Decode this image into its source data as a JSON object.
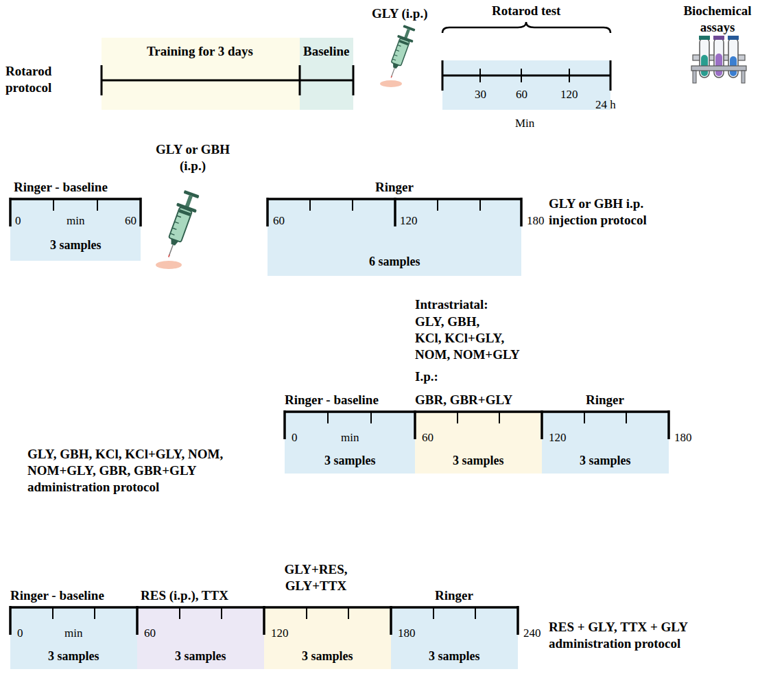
{
  "diagram": {
    "nodes": [
      {
        "text": [
          "Training for 3 days"
        ]
      },
      {
        "text": [
          "Baseline"
        ]
      },
      {
        "text": [
          "30",
          "60",
          "120"
        ]
      },
      {
        "text": [
          "Ringer - baseline",
          "0",
          "min",
          "60",
          "3 samples"
        ]
      },
      {
        "text": [
          "Ringer",
          "60",
          "120",
          "6 samples"
        ]
      },
      {
        "text": [
          "Ringer - baseline",
          "0",
          "min",
          "3 samples"
        ]
      },
      {
        "text": [
          "Intrastriatal:",
          "GLY, GBH, KCl, KCl+GLY, NOM, NOM+GLY",
          "I.p.:",
          "GBR, GBR+GLY",
          "60",
          "3 samples"
        ]
      },
      {
        "text": [
          "Ringer",
          "120",
          "3 samples"
        ]
      },
      {
        "text": [
          "Ringer - baseline",
          "0",
          "min",
          "3 samples"
        ]
      },
      {
        "text": [
          "RES (i.p.), TTX",
          "60",
          "3 samples"
        ]
      },
      {
        "text": [
          "GLY+RES, GLY+TTX",
          "120",
          "3 samples"
        ]
      },
      {
        "text": [
          "Ringer",
          "180",
          "3 samples"
        ]
      }
    ],
    "labels": [
      "Rotarod protocol",
      "GLY (i.p.)",
      "Rotarod test",
      "24 h",
      "Min",
      "Biochemical assays",
      "GLY or GBH (i.p.)",
      "180",
      "GLY or GBH i.p. injection protocol",
      "180",
      "GLY, GBH, KCl, KCl+GLY, NOM, NOM+GLY, GBR, GBR+GLY administration protocol",
      "240",
      "RES + GLY, TTX + GLY administration protocol"
    ]
  }
}
